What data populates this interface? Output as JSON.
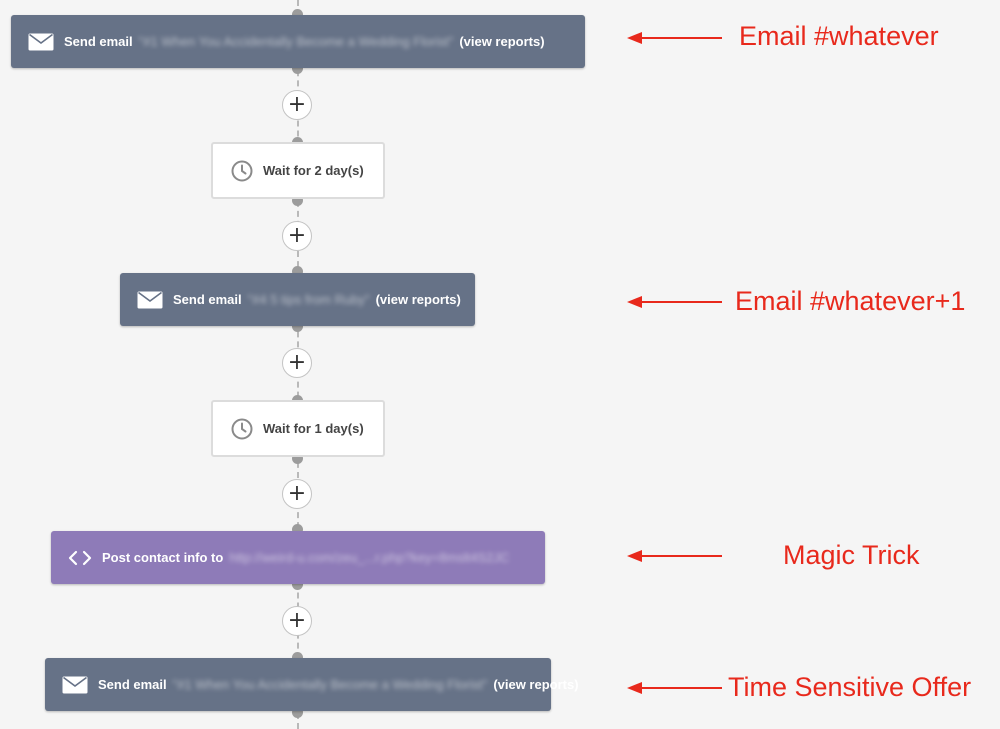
{
  "nodes": {
    "email1": {
      "prefix": "Send email",
      "subject": "\"#1 When You Accidentally Become a Wedding Florist\"",
      "link": "(view reports)"
    },
    "wait1": {
      "label": "Wait for 2 day(s)"
    },
    "email2": {
      "prefix": "Send email",
      "subject": "\"#4 5 tips from Ruby\"",
      "link": "(view reports)"
    },
    "wait2": {
      "label": "Wait for 1 day(s)"
    },
    "post1": {
      "prefix": "Post contact info to",
      "url": "http://weird-u.com/zeu_...r.php?key=8mslt4S2JC"
    },
    "email3": {
      "prefix": "Send email",
      "subject": "\"#1 When You Accidentally Become a Wedding Florist\"",
      "link": "(view reports)"
    }
  },
  "plus_label": "+",
  "annotations": {
    "a1": "Email #whatever",
    "a2": "Email #whatever+1",
    "a3": "Magic Trick",
    "a4": "Time Sensitive Offer"
  },
  "colors": {
    "email_node": "#667287",
    "post_node": "#8e7bb8",
    "annotation": "#e8291c"
  }
}
